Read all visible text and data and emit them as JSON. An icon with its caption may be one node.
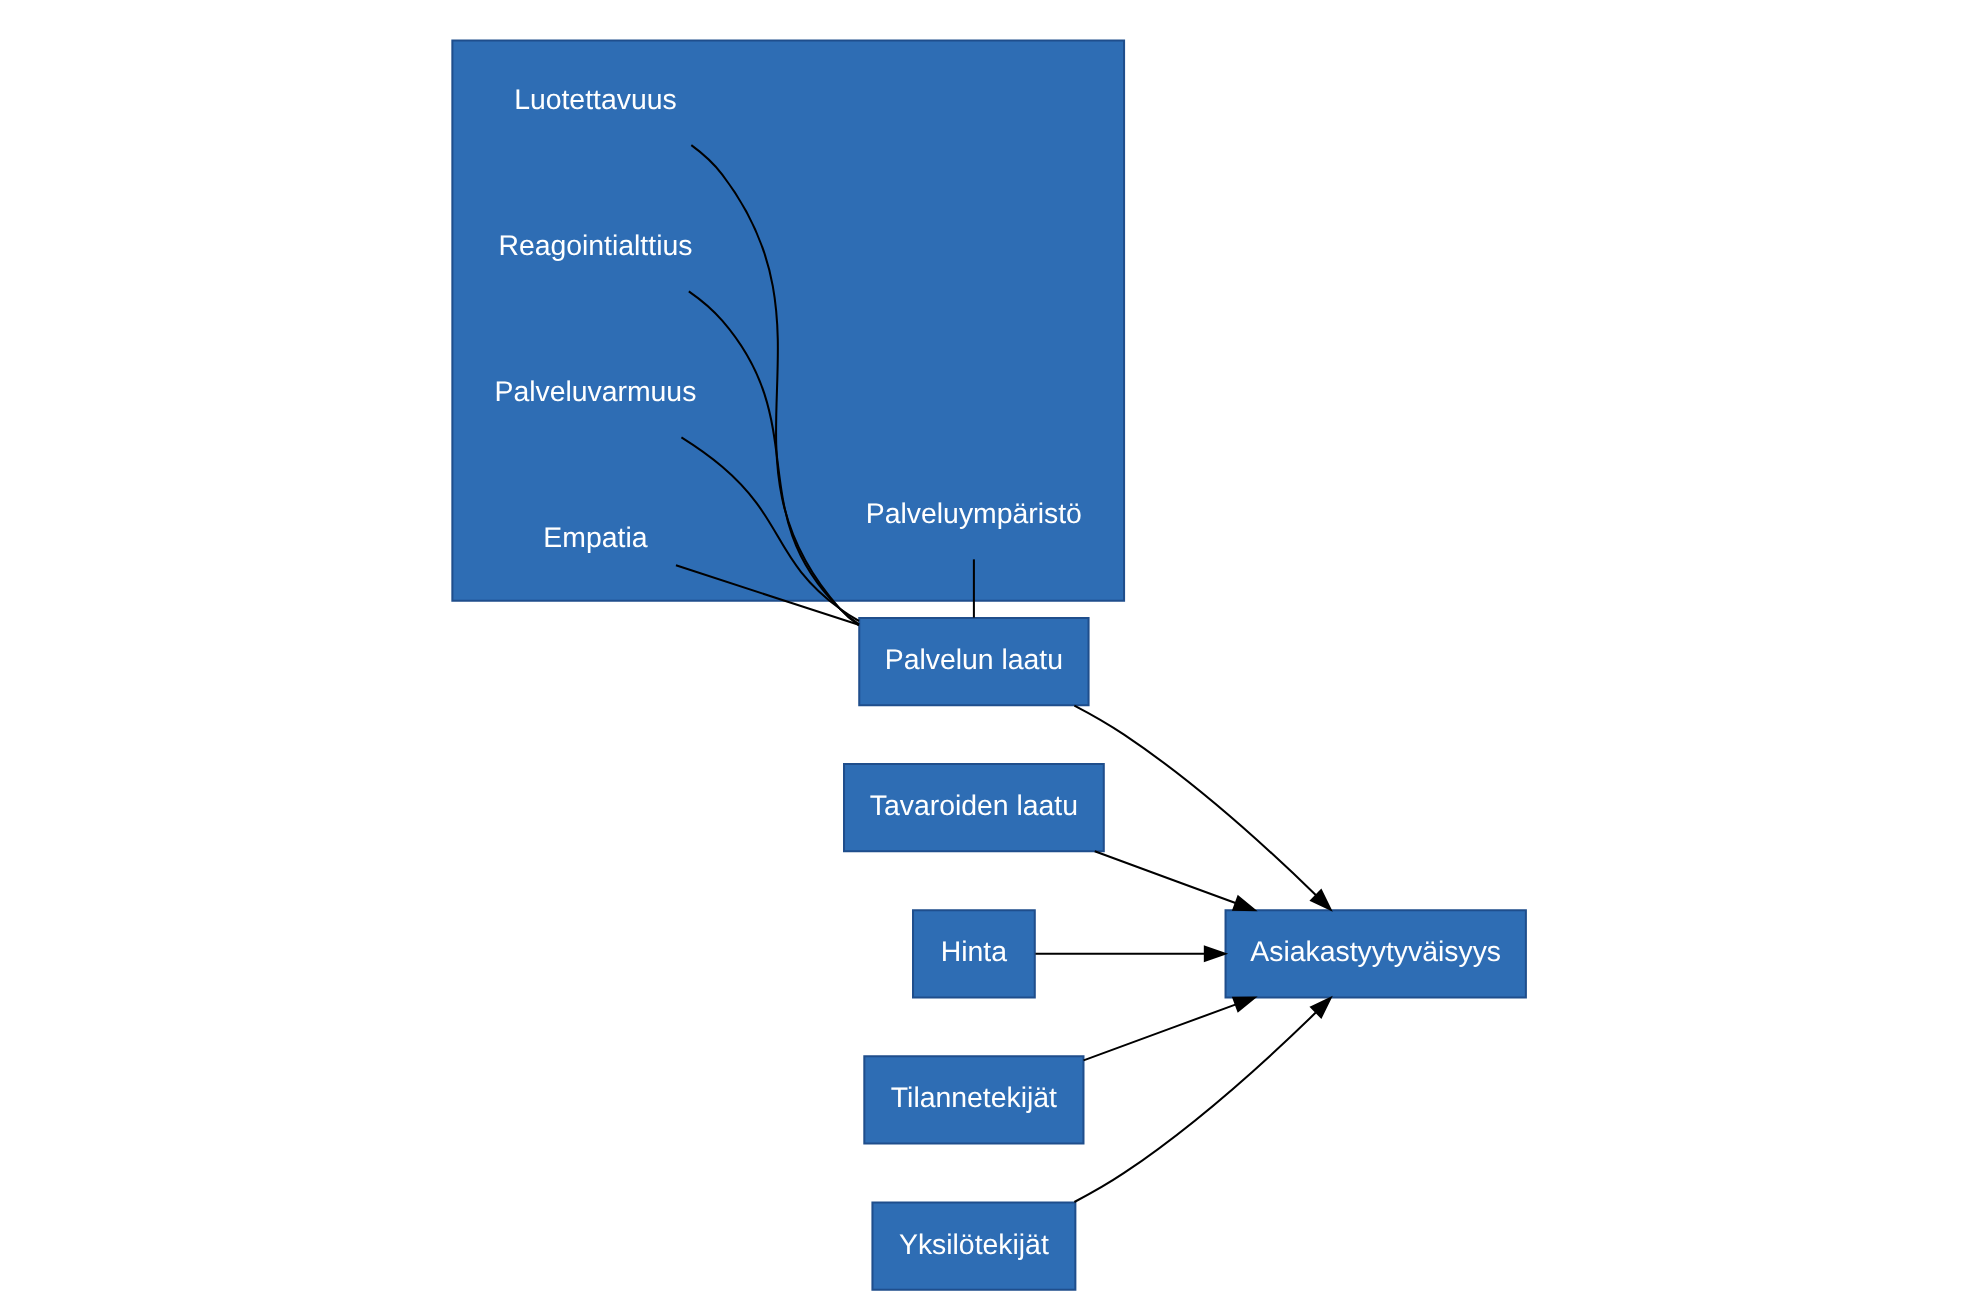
{
  "diagram": {
    "nodes": [
      {
        "text": [],
        "shape": "box"
      },
      {
        "text": [
          "Luotettavuus"
        ],
        "in": 0
      },
      {
        "text": [
          "Reagointialttius"
        ],
        "in": 0
      },
      {
        "text": [
          "Palveluvarmuus"
        ],
        "in": 0
      },
      {
        "text": [
          "Empatia"
        ],
        "in": 0
      },
      {
        "text": [
          "Palveluympäristö"
        ],
        "in": 0
      },
      {
        "text": [
          "Palvelun laatu"
        ]
      },
      {
        "text": [
          "Tavaroiden laatu"
        ]
      },
      {
        "text": [
          "Hinta"
        ]
      },
      {
        "text": [
          "Tilannetekijät"
        ]
      },
      {
        "text": [
          "Asiakastyytyväisyys"
        ]
      },
      {
        "text": [
          "Yksilötekijät"
        ]
      }
    ],
    "edges": [
      {
        "from": 1,
        "to": 6,
        "arrow": "none"
      },
      {
        "from": 2,
        "to": 6,
        "arrow": "none"
      },
      {
        "from": 3,
        "to": 6,
        "arrow": "none"
      },
      {
        "from": 4,
        "to": 6,
        "arrow": "none"
      },
      {
        "from": 5,
        "to": 6,
        "arrow": "none"
      },
      {
        "from": 6,
        "to": 10,
        "arrow": "to"
      },
      {
        "from": 7,
        "to": 10,
        "arrow": "to"
      },
      {
        "from": 8,
        "to": 10,
        "arrow": "to"
      },
      {
        "from": 9,
        "to": 10,
        "arrow": "to"
      },
      {
        "from": 11,
        "to": 10,
        "arrow": "to"
      }
    ]
  }
}
